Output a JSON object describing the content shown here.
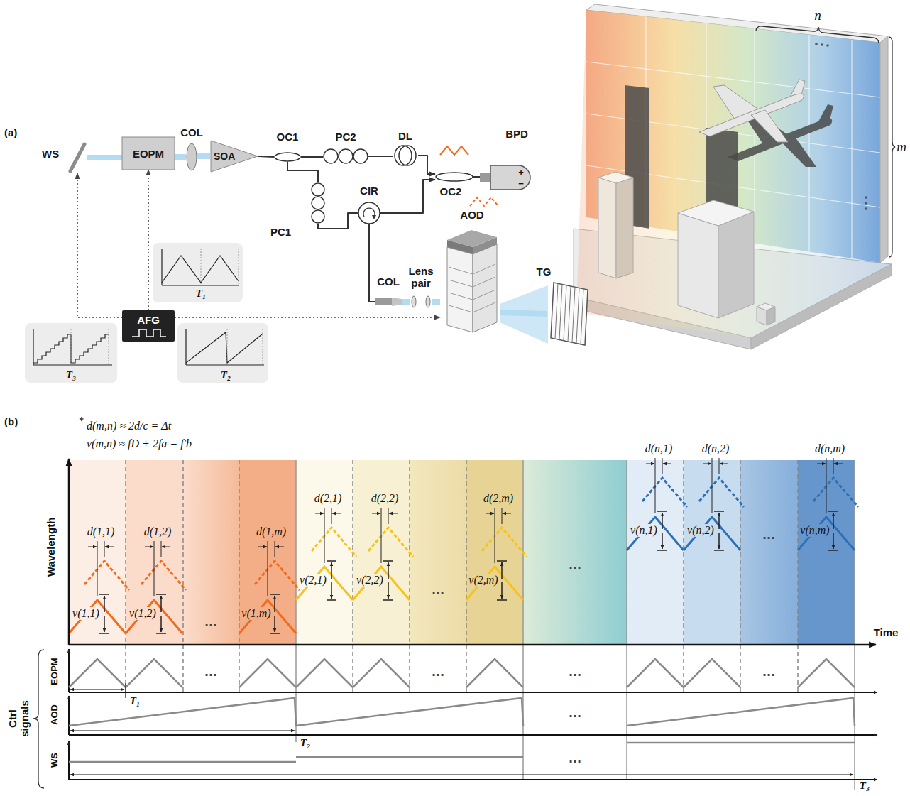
{
  "diagram": {
    "nodes": [
      {
        "text": [
          "WS"
        ]
      },
      {
        "text": [
          "EOPM"
        ]
      },
      {
        "text": [
          "COL"
        ]
      },
      {
        "text": [
          "SOA"
        ]
      },
      {
        "text": [
          "OC1"
        ]
      },
      {
        "text": [
          "PC2"
        ]
      },
      {
        "text": [
          "DL"
        ]
      },
      {
        "text": [
          "OC2"
        ]
      },
      {
        "text": [
          "BPD",
          "+",
          "−"
        ]
      },
      {
        "text": [
          "CIR"
        ]
      },
      {
        "text": [
          "PC1"
        ]
      },
      {
        "text": [
          "COL"
        ]
      },
      {
        "text": [
          "Lens pair"
        ]
      },
      {
        "text": [
          "AOD"
        ]
      },
      {
        "text": [
          "TG"
        ]
      },
      {
        "text": [
          "AFG"
        ]
      }
    ],
    "edges": [
      {
        "from": 0,
        "to": 1,
        "arrow": "none"
      },
      {
        "from": 1,
        "to": 2,
        "arrow": "none"
      },
      {
        "from": 2,
        "to": 3,
        "arrow": "none"
      },
      {
        "from": 3,
        "to": 4,
        "arrow": "none"
      },
      {
        "from": 4,
        "to": 5,
        "arrow": "none"
      },
      {
        "from": 5,
        "to": 6,
        "arrow": "none"
      },
      {
        "from": 6,
        "to": 7,
        "arrow": "to"
      },
      {
        "from": 4,
        "to": 10,
        "arrow": "none"
      },
      {
        "from": 10,
        "to": 9,
        "arrow": "none"
      },
      {
        "from": 9,
        "to": 7,
        "arrow": "to"
      },
      {
        "from": 9,
        "to": 11,
        "arrow": "none"
      },
      {
        "from": 11,
        "to": 12,
        "arrow": "none"
      },
      {
        "from": 12,
        "to": 13,
        "arrow": "none"
      },
      {
        "from": 13,
        "to": 14,
        "arrow": "none"
      },
      {
        "from": 7,
        "to": 8,
        "arrow": "none"
      },
      {
        "from": 15,
        "to": 0,
        "arrow": "to"
      },
      {
        "from": 15,
        "to": 1,
        "arrow": "to"
      },
      {
        "from": 15,
        "to": 13,
        "arrow": "to"
      }
    ],
    "labels": [
      "(a)",
      "T₁",
      "T₂",
      "T₃",
      "n",
      "m",
      "(b)",
      "*",
      "d(m,n) ≈ 2d/c = Δt",
      "v(m,n) ≈ fD + 2fa = f′b",
      "Wavelength",
      "Time",
      "d(1,1)",
      "v(1,1)",
      "d(1,2)",
      "v(1,2)",
      "d(1,m)",
      "v(1,m)",
      "d(2,1)",
      "v(2,1)",
      "d(2,2)",
      "v(2,2)",
      "d(2,m)",
      "v(2,m)",
      "d(n,1)",
      "v(n,1)",
      "d(n,2)",
      "v(n,2)",
      "d(n,m)",
      "v(n,m)",
      "···",
      "···",
      "···",
      "···",
      "···",
      "···",
      "···",
      "···",
      "···",
      "···",
      "EOPM",
      "AOD",
      "WS",
      "Ctrl signals",
      "T₁",
      "T₂",
      "T₃"
    ]
  }
}
